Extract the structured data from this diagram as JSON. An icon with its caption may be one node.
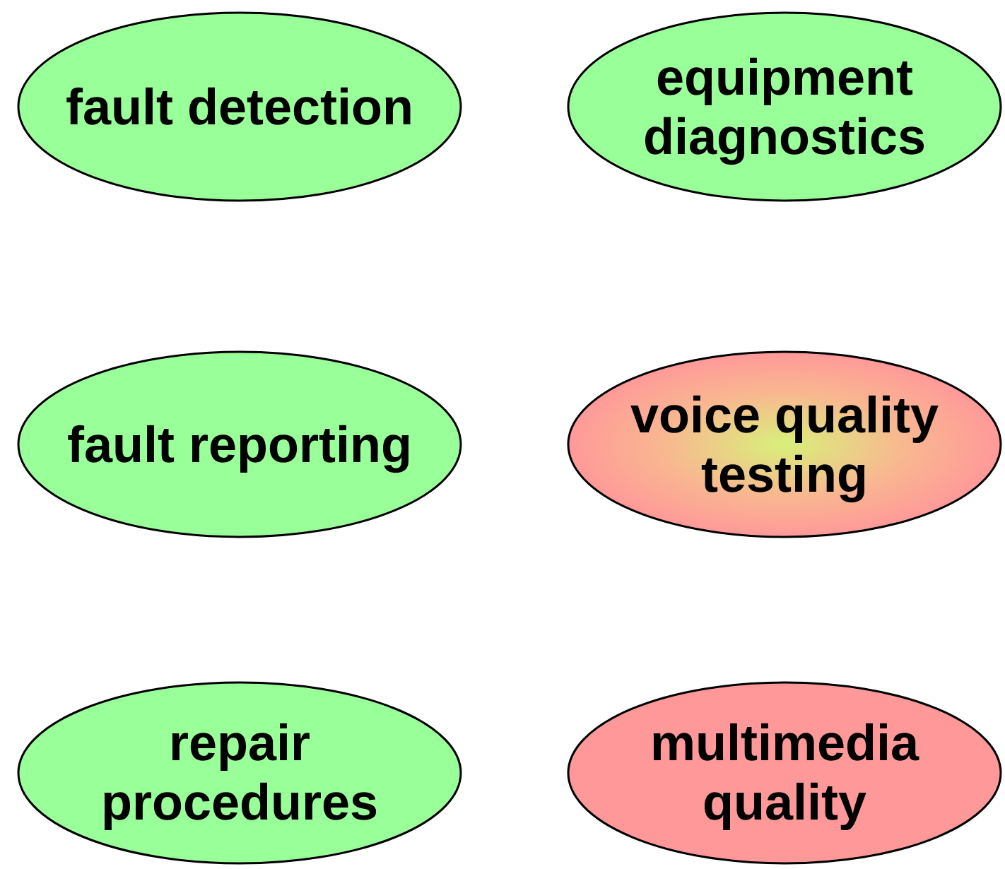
{
  "diagram": {
    "nodes": [
      {
        "text": [
          "fault detection"
        ]
      },
      {
        "text": [
          "equipment diagnostics"
        ]
      },
      {
        "text": [
          "fault reporting"
        ]
      },
      {
        "text": [
          "voice quality testing"
        ]
      },
      {
        "text": [
          "repair procedures"
        ]
      },
      {
        "text": [
          "multimedia quality"
        ]
      }
    ]
  }
}
